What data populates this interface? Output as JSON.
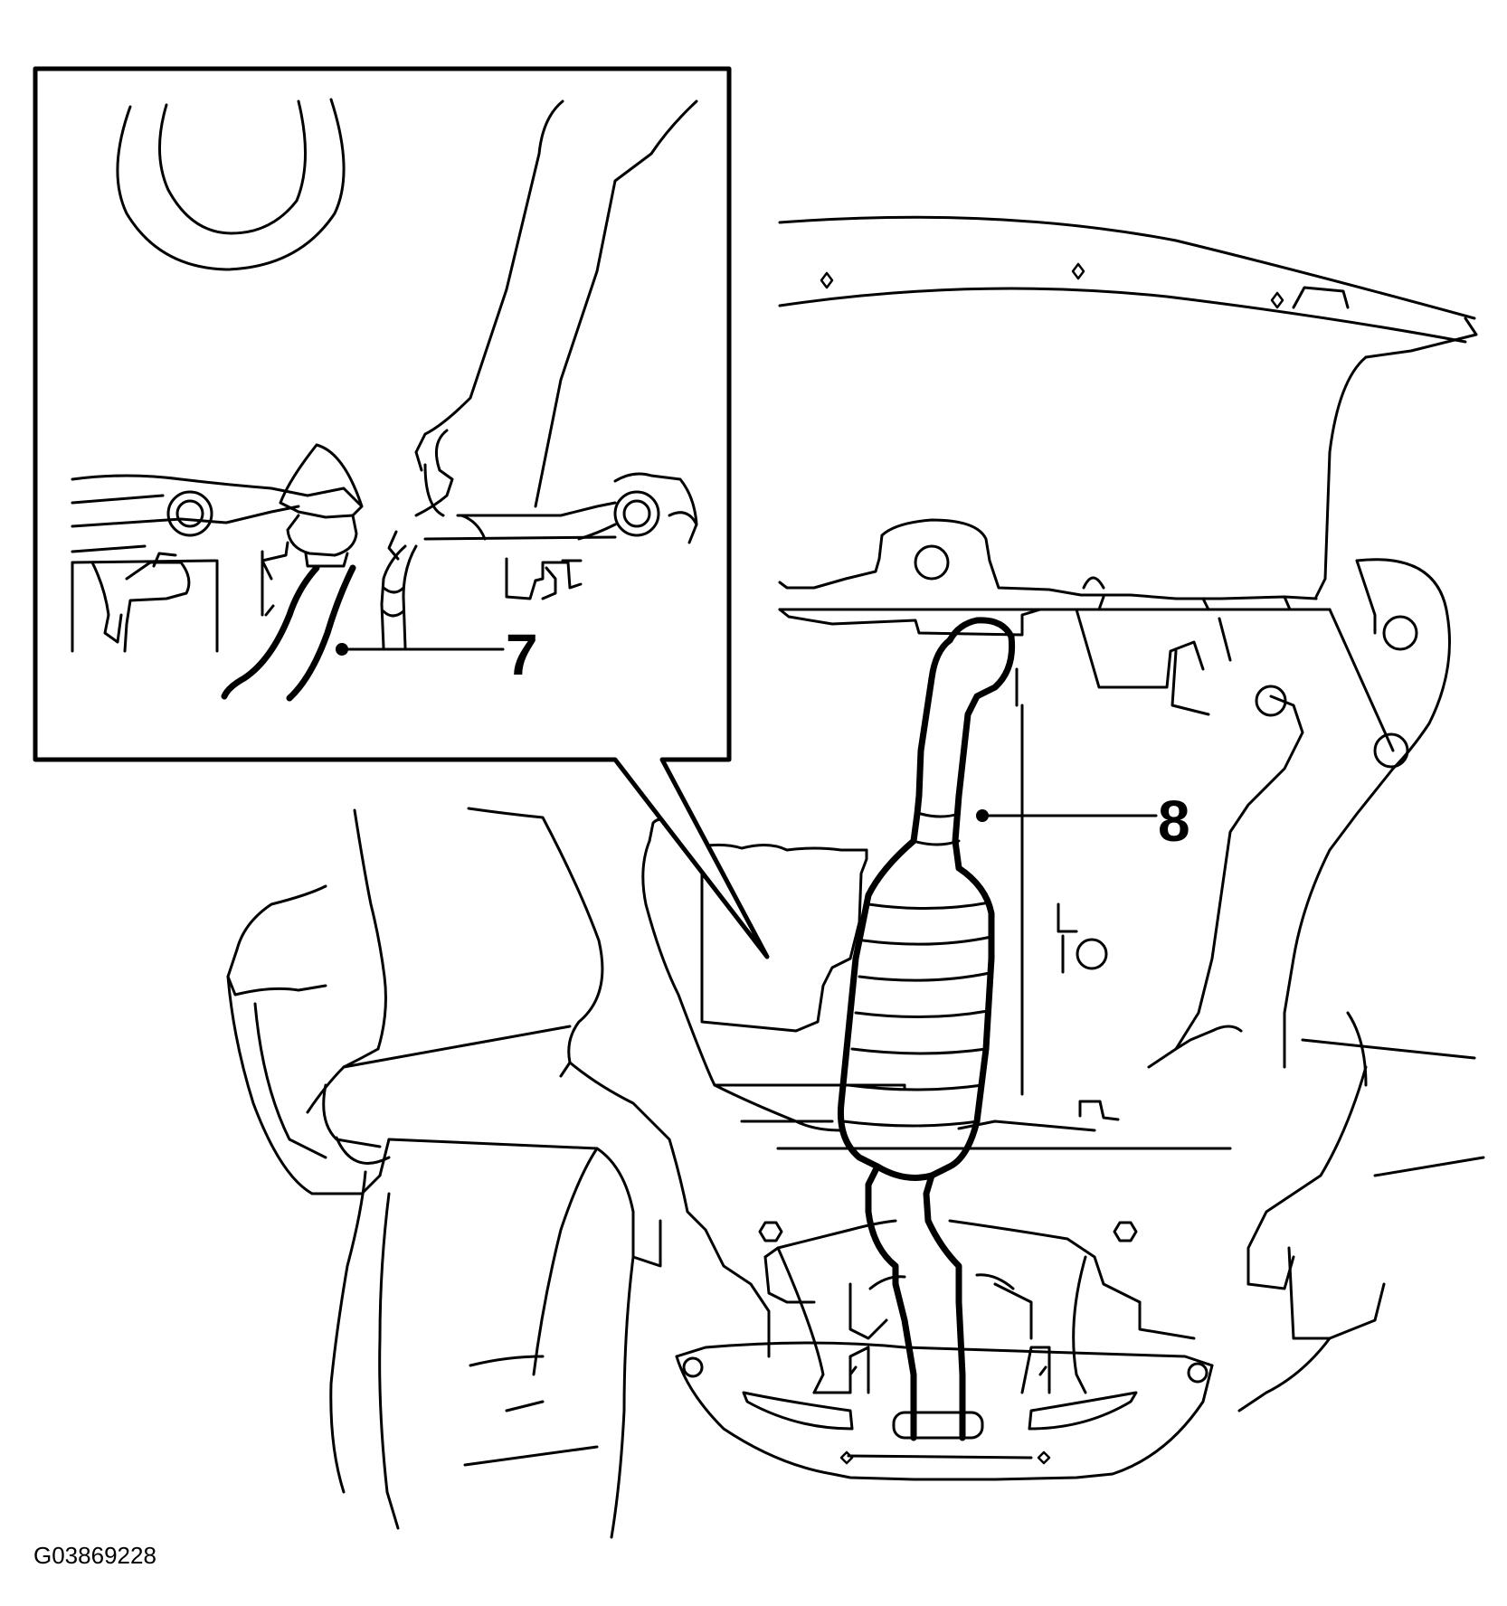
{
  "callouts": [
    {
      "id": "7",
      "label": "7"
    },
    {
      "id": "8",
      "label": "8"
    }
  ],
  "figure_id": "G03869228",
  "colors": {
    "line": "#000000",
    "background": "#ffffff"
  }
}
